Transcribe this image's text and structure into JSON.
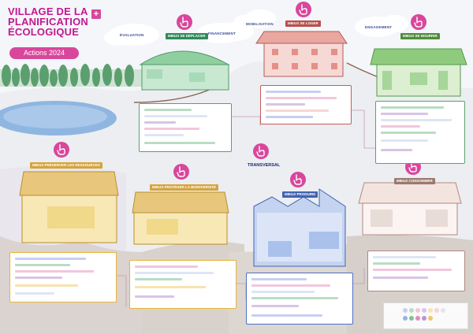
{
  "poster": {
    "title_line1": "VILLAGE DE LA",
    "title_line2": "PLANIFICATION",
    "title_line3": "ÉCOLOGIQUE",
    "plus_symbol": "+",
    "subtitle": "Actions 2024"
  },
  "sky_labels": {
    "evaluation": "ÉVALUATION",
    "financement": "FINANCEMENT",
    "mobilisation": "MOBILISATION",
    "engagement": "ENGAGEMENT"
  },
  "buildings": {
    "mieux_se_deplacer": "MIEUX SE DÉPLACER",
    "mieux_se_loger": "MIEUX SE LOGER",
    "mieux_se_nourrir": "MIEUX SE NOURRIR",
    "mieux_preserver": "MIEUX PRÉSERVER LES RESSOURCES",
    "mieux_proteger": "MIEUX PROTÉGER LA BIODIVERSITÉ",
    "mieux_produire": "MIEUX PRODUIRE",
    "mieux_consommer": "MIEUX CONSOMMER",
    "transversal": "TRANSVERSAL"
  },
  "colors": {
    "magenta": "#d8479b",
    "title": "#c2188f",
    "green_building": "#5aa26a",
    "red_building": "#c85a5a",
    "yellow_building": "#e9b43a",
    "blue_building": "#4c6fc5",
    "navy": "#1a2a6a"
  },
  "icons": {
    "touch": "pointer-hand-icon"
  }
}
